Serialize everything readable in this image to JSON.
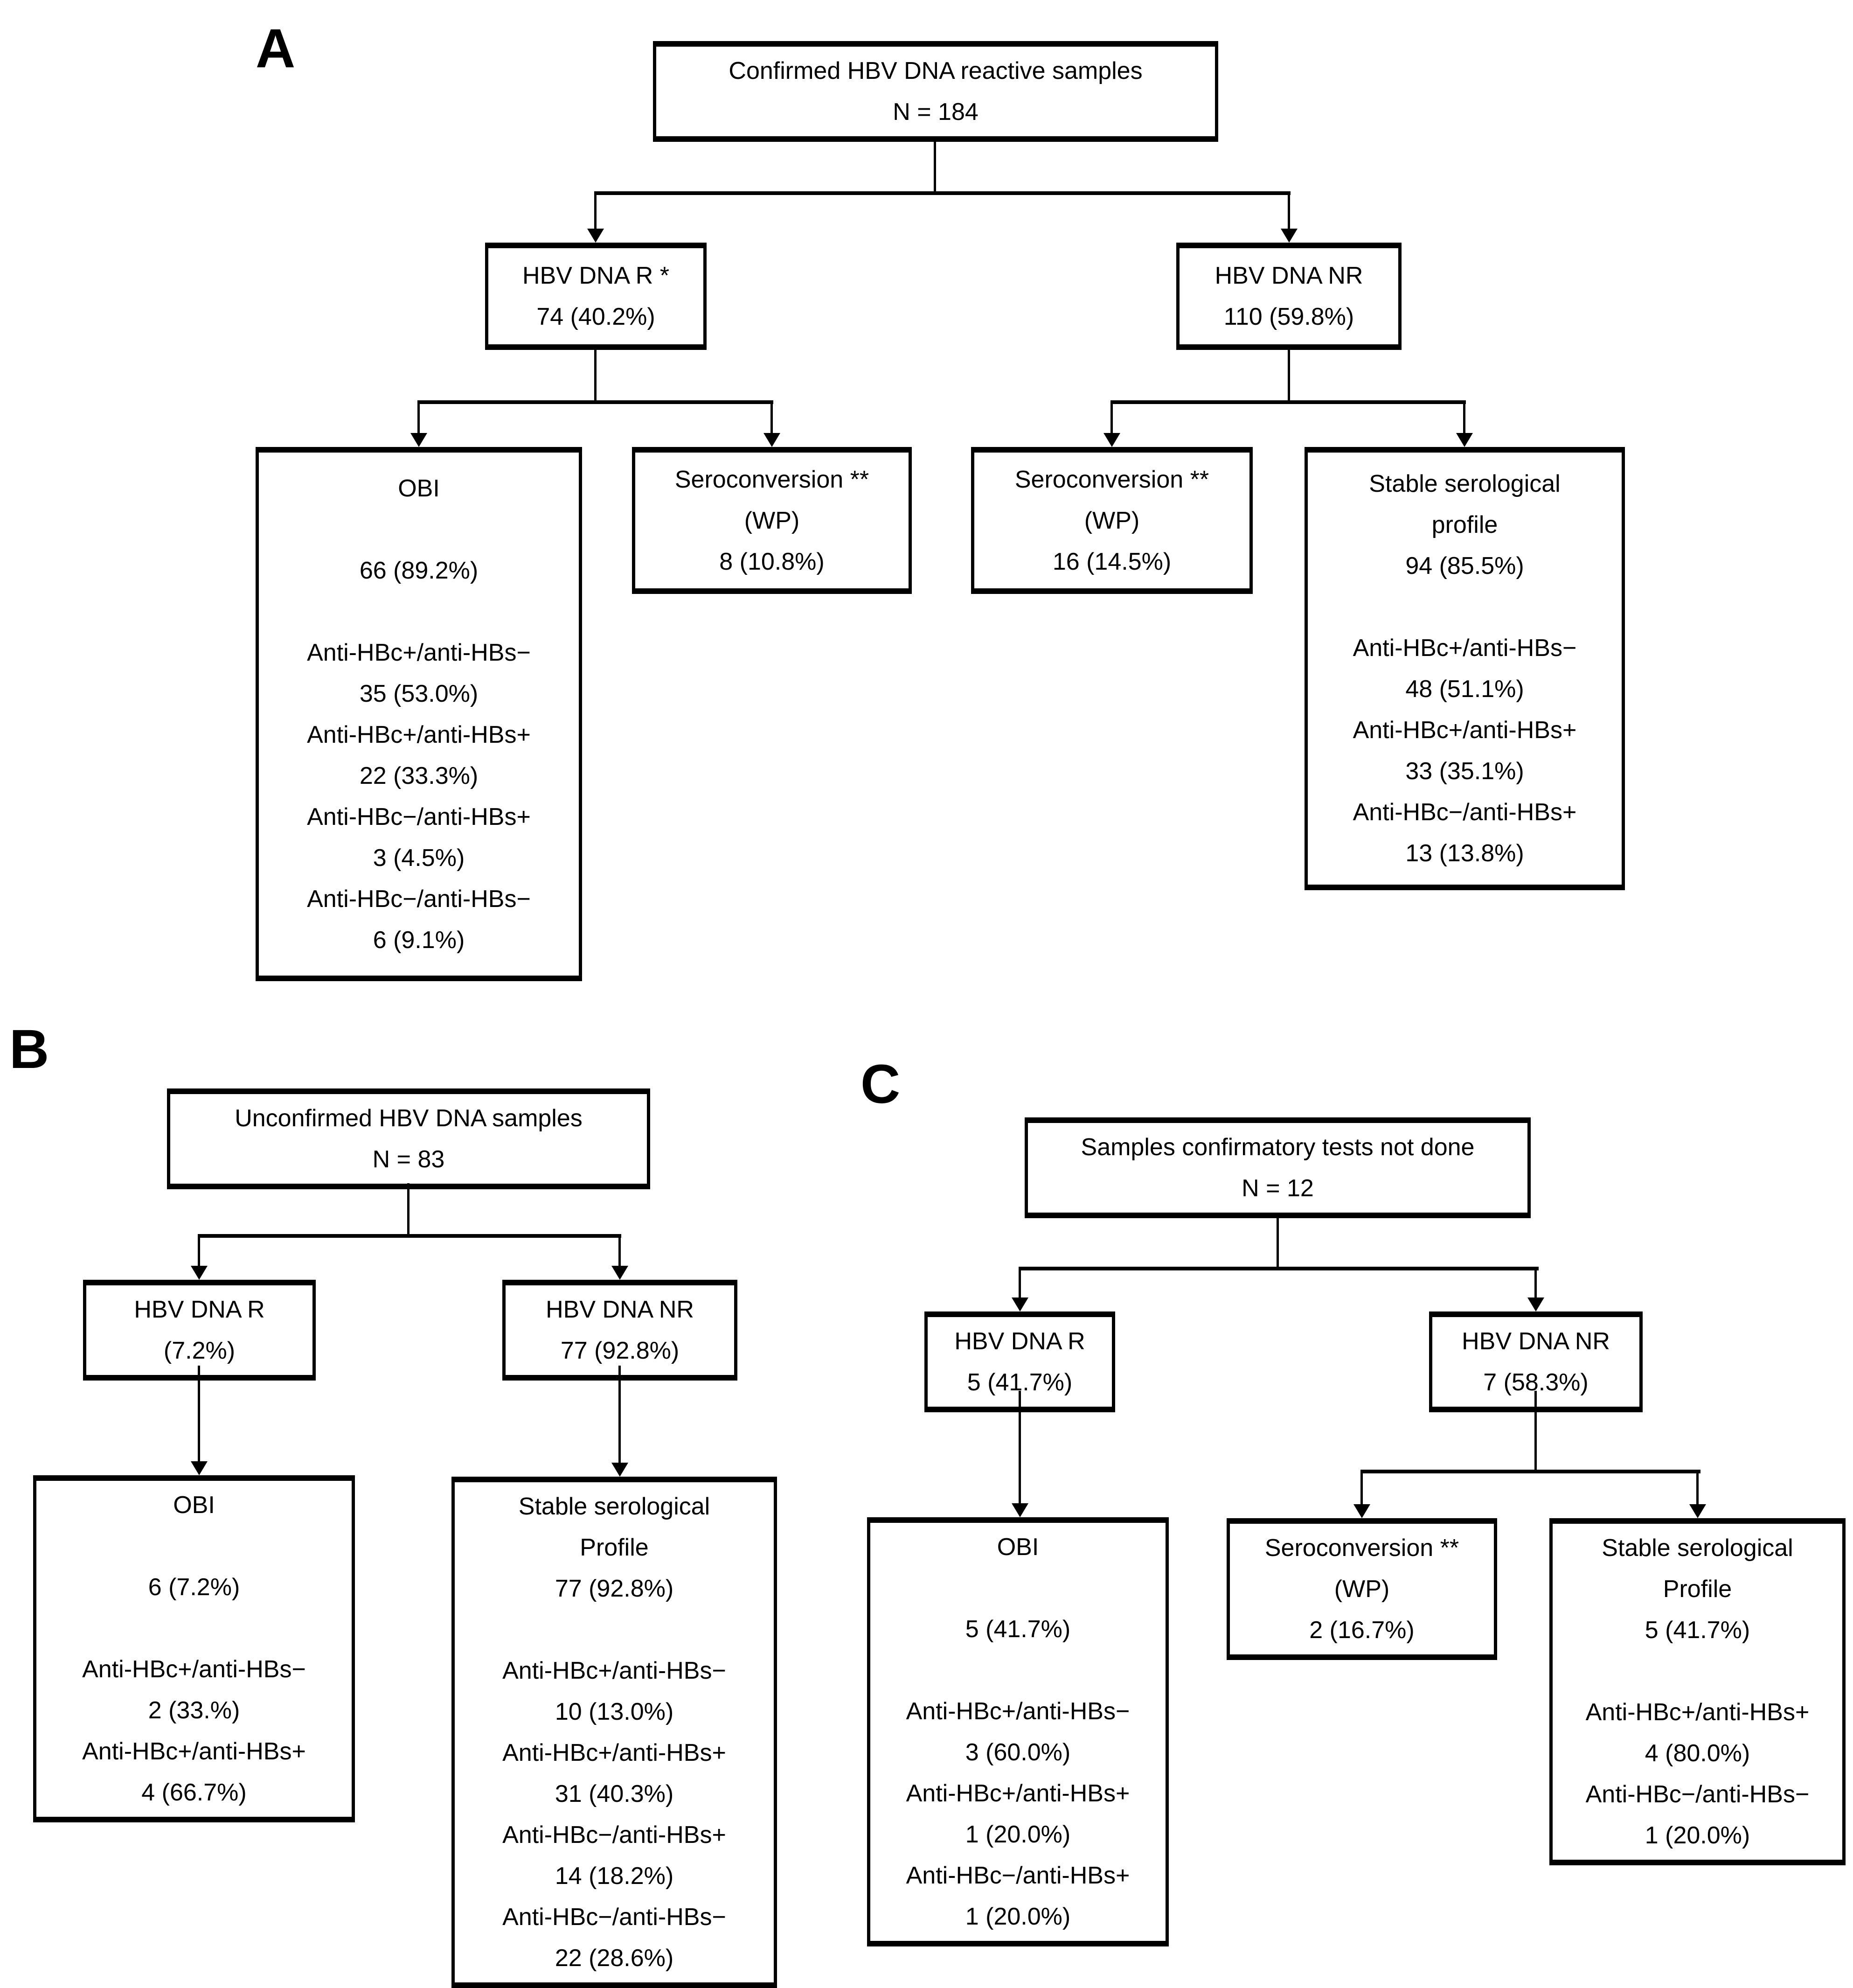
{
  "colors": {
    "border": "#000000",
    "background": "#ffffff",
    "text": "#000000"
  },
  "figure": {
    "panel_a": {
      "label": "A",
      "root": [
        "Confirmed HBV DNA reactive samples",
        "N = 184"
      ],
      "dna_r": [
        "HBV DNA R *",
        "74 (40.2%)"
      ],
      "dna_nr": [
        "HBV DNA NR",
        "110 (59.8%)"
      ],
      "obi": [
        "OBI",
        "",
        "66 (89.2%)",
        "",
        "Anti-HBc+/anti-HBs−",
        "35 (53.0%)",
        "Anti-HBc+/anti-HBs+",
        "22 (33.3%)",
        "Anti-HBc−/anti-HBs+",
        "3 (4.5%)",
        "Anti-HBc−/anti-HBs−",
        "6 (9.1%)"
      ],
      "sero_r": [
        "Seroconversion **",
        "(WP)",
        "8 (10.8%)"
      ],
      "sero_nr": [
        "Seroconversion **",
        "(WP)",
        "16 (14.5%)"
      ],
      "stable": [
        "Stable serological",
        "profile",
        "94 (85.5%)",
        "",
        "Anti-HBc+/anti-HBs−",
        "48 (51.1%)",
        "Anti-HBc+/anti-HBs+",
        "33 (35.1%)",
        "Anti-HBc−/anti-HBs+",
        "13 (13.8%)"
      ]
    },
    "panel_b": {
      "label": "B",
      "root": [
        "Unconfirmed HBV DNA samples",
        "N = 83"
      ],
      "dna_r": [
        "HBV DNA R",
        "(7.2%)"
      ],
      "dna_nr": [
        "HBV DNA NR",
        "77 (92.8%)"
      ],
      "obi": [
        "OBI",
        "",
        "6 (7.2%)",
        "",
        "Anti-HBc+/anti-HBs−",
        "2 (33.%)",
        "Anti-HBc+/anti-HBs+",
        "4 (66.7%)"
      ],
      "stable": [
        "Stable serological",
        "Profile",
        "77 (92.8%)",
        "",
        "Anti-HBc+/anti-HBs−",
        "10 (13.0%)",
        "Anti-HBc+/anti-HBs+",
        "31 (40.3%)",
        "Anti-HBc−/anti-HBs+",
        "14 (18.2%)",
        "Anti-HBc−/anti-HBs−",
        "22 (28.6%)"
      ]
    },
    "panel_c": {
      "label": "C",
      "root": [
        "Samples confirmatory tests not done",
        "N = 12"
      ],
      "dna_r": [
        "HBV DNA R",
        "5 (41.7%)"
      ],
      "dna_nr": [
        "HBV DNA NR",
        "7 (58.3%)"
      ],
      "obi": [
        "OBI",
        "",
        "5 (41.7%)",
        "",
        "Anti-HBc+/anti-HBs−",
        "3 (60.0%)",
        "Anti-HBc+/anti-HBs+",
        "1 (20.0%)",
        "Anti-HBc−/anti-HBs+",
        "1 (20.0%)"
      ],
      "sero": [
        "Seroconversion **",
        "(WP)",
        "2 (16.7%)"
      ],
      "stable": [
        "Stable serological",
        "Profile",
        "5 (41.7%)",
        "",
        "Anti-HBc+/anti-HBs+",
        "4 (80.0%)",
        "Anti-HBc−/anti-HBs−",
        "1 (20.0%)"
      ]
    }
  }
}
